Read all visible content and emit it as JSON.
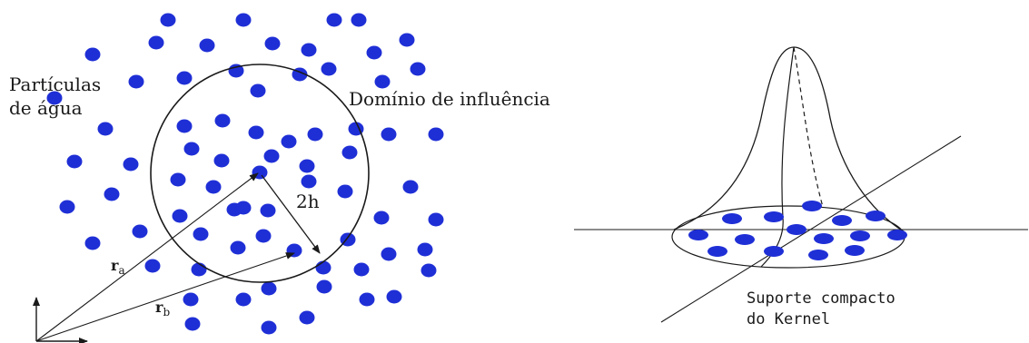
{
  "left_panel": {
    "labels": {
      "water_particles_line1": "Partículas",
      "water_particles_line2": "de água",
      "influence_domain": "Domínio de influência",
      "radius": "2h",
      "vector_a_base": "r",
      "vector_a_sub": "a",
      "vector_b_base": "r",
      "vector_b_sub": "b"
    },
    "colors": {
      "particle": "#1f2fd6",
      "line": "#1a1a1a"
    }
  },
  "right_panel": {
    "labels": {
      "support_line1": "Suporte compacto",
      "support_line2": "do Kernel"
    },
    "colors": {
      "particle": "#1f2fd6",
      "line": "#1a1a1a"
    }
  }
}
